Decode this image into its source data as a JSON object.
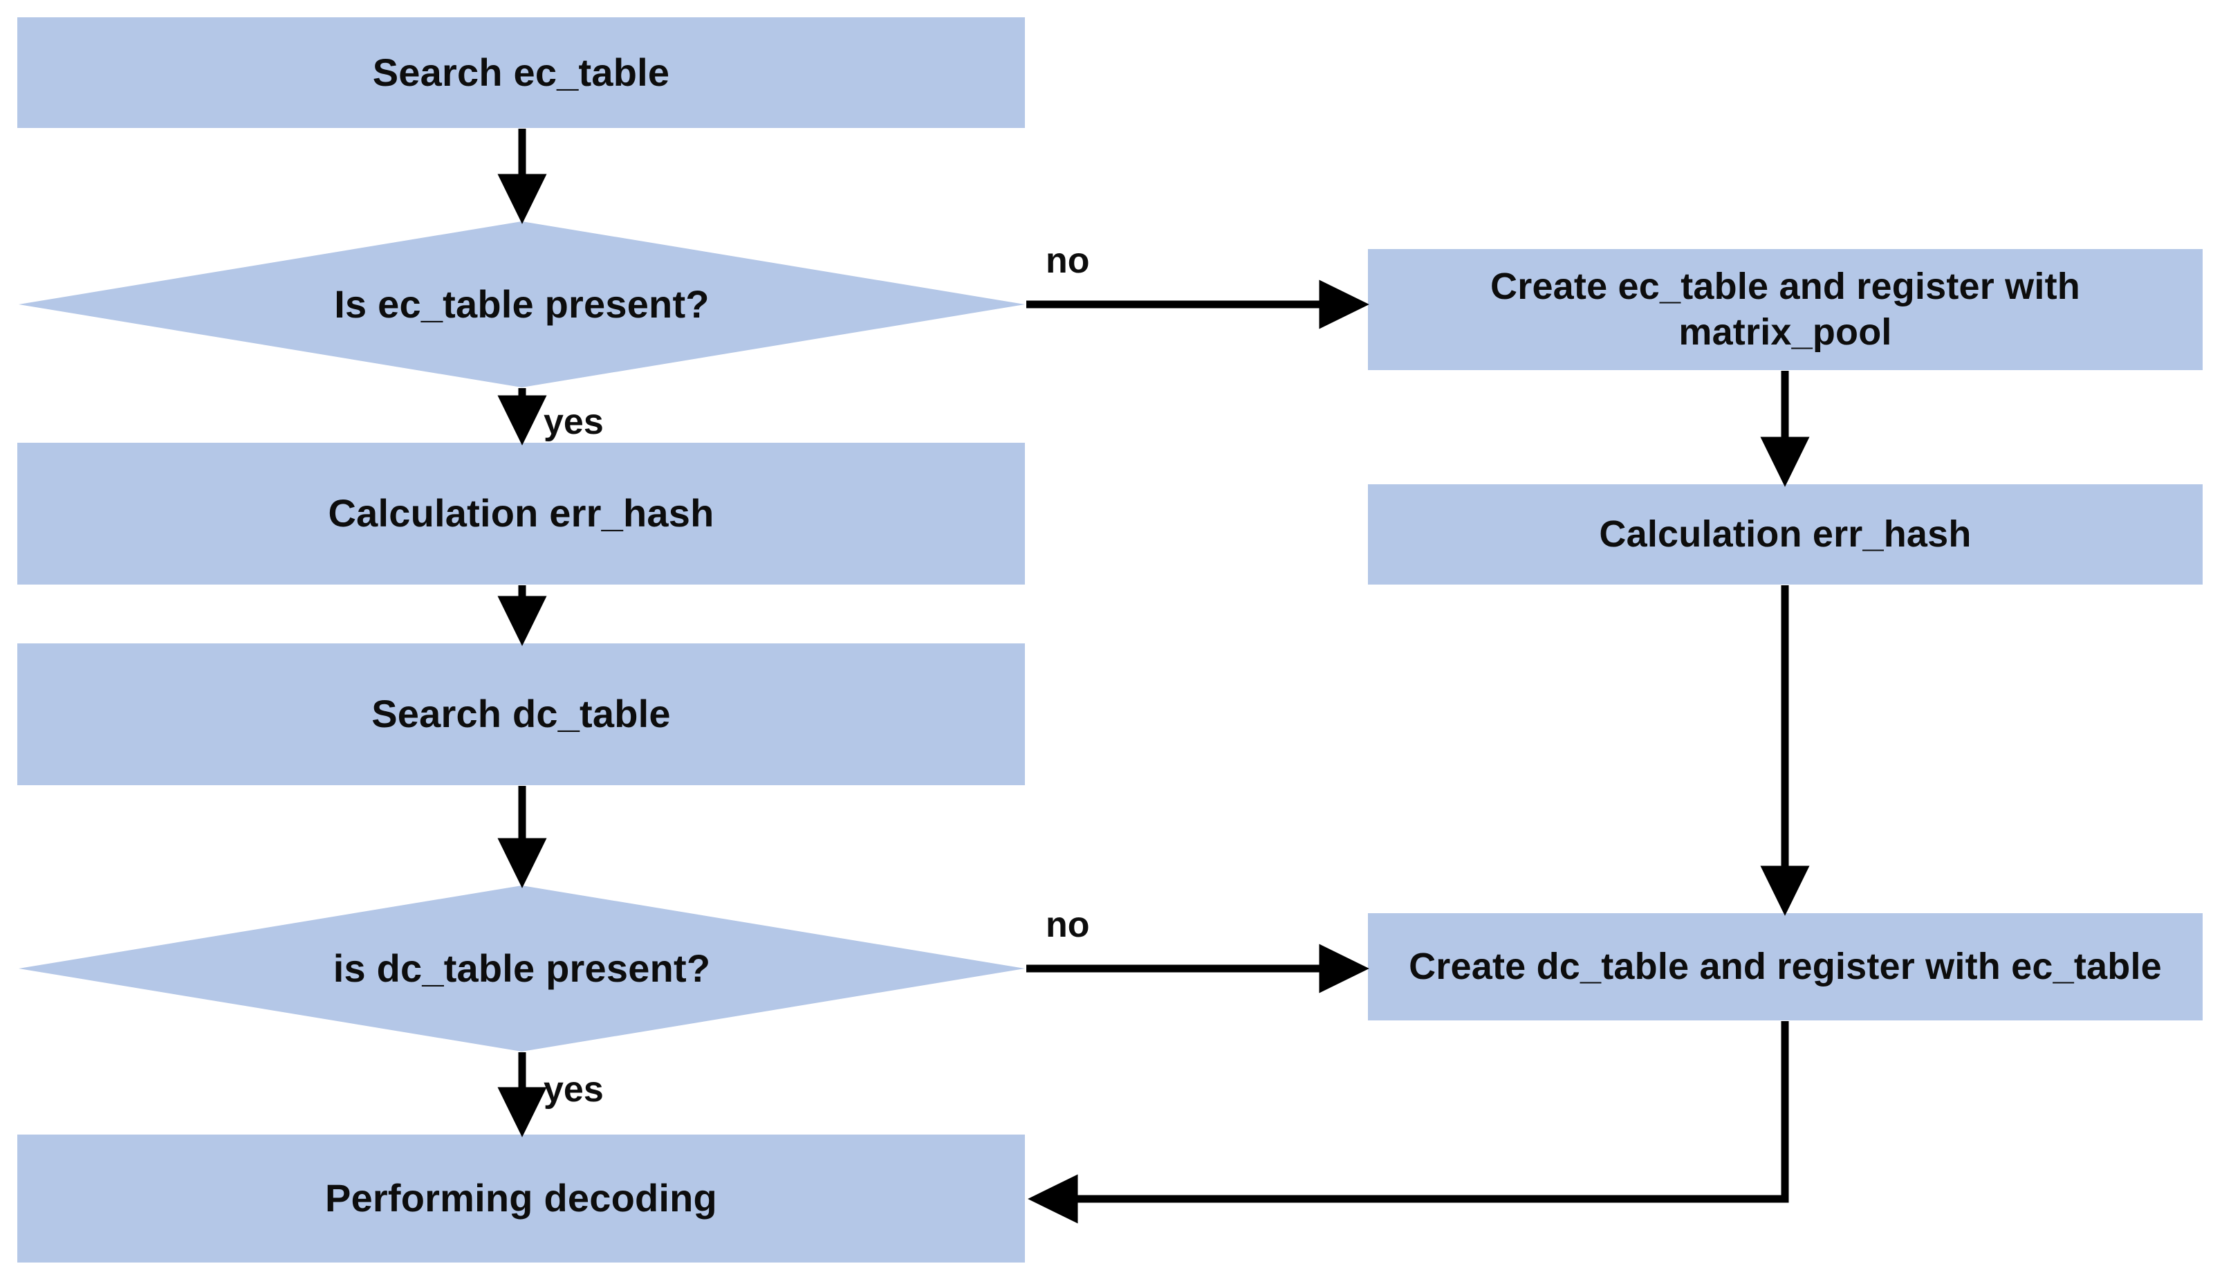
{
  "diagram": {
    "type": "flowchart",
    "title": "",
    "colors": {
      "node_fill": "#b4c7e7",
      "text": "#0d0d0d",
      "connector": "#000000",
      "background": "#ffffff"
    },
    "nodes": [
      {
        "id": "search_ec_table",
        "shape": "process",
        "label": "Search ec_table"
      },
      {
        "id": "is_ec_present",
        "shape": "decision",
        "label": "Is ec_table present?"
      },
      {
        "id": "calc_err_hash_left",
        "shape": "process",
        "label": "Calculation err_hash"
      },
      {
        "id": "search_dc_table",
        "shape": "process",
        "label": "Search dc_table"
      },
      {
        "id": "is_dc_present",
        "shape": "decision",
        "label": "is dc_table present?"
      },
      {
        "id": "performing_decoding",
        "shape": "process",
        "label": "Performing decoding"
      },
      {
        "id": "create_ec_table",
        "shape": "process",
        "label": "Create ec_table and register with matrix_pool"
      },
      {
        "id": "calc_err_hash_right",
        "shape": "process",
        "label": "Calculation err_hash"
      },
      {
        "id": "create_dc_table",
        "shape": "process",
        "label": "Create dc_table and register with ec_table"
      }
    ],
    "edges": [
      {
        "from": "search_ec_table",
        "to": "is_ec_present",
        "label": ""
      },
      {
        "from": "is_ec_present",
        "to": "calc_err_hash_left",
        "label": "yes"
      },
      {
        "from": "is_ec_present",
        "to": "create_ec_table",
        "label": "no"
      },
      {
        "from": "calc_err_hash_left",
        "to": "search_dc_table",
        "label": ""
      },
      {
        "from": "search_dc_table",
        "to": "is_dc_present",
        "label": ""
      },
      {
        "from": "is_dc_present",
        "to": "performing_decoding",
        "label": "yes"
      },
      {
        "from": "is_dc_present",
        "to": "create_dc_table",
        "label": "no"
      },
      {
        "from": "create_ec_table",
        "to": "calc_err_hash_right",
        "label": ""
      },
      {
        "from": "calc_err_hash_right",
        "to": "create_dc_table",
        "label": ""
      },
      {
        "from": "create_dc_table",
        "to": "performing_decoding",
        "label": ""
      }
    ],
    "edge_labels": {
      "ec_no": "no",
      "ec_yes": "yes",
      "dc_no": "no",
      "dc_yes": "yes"
    }
  }
}
